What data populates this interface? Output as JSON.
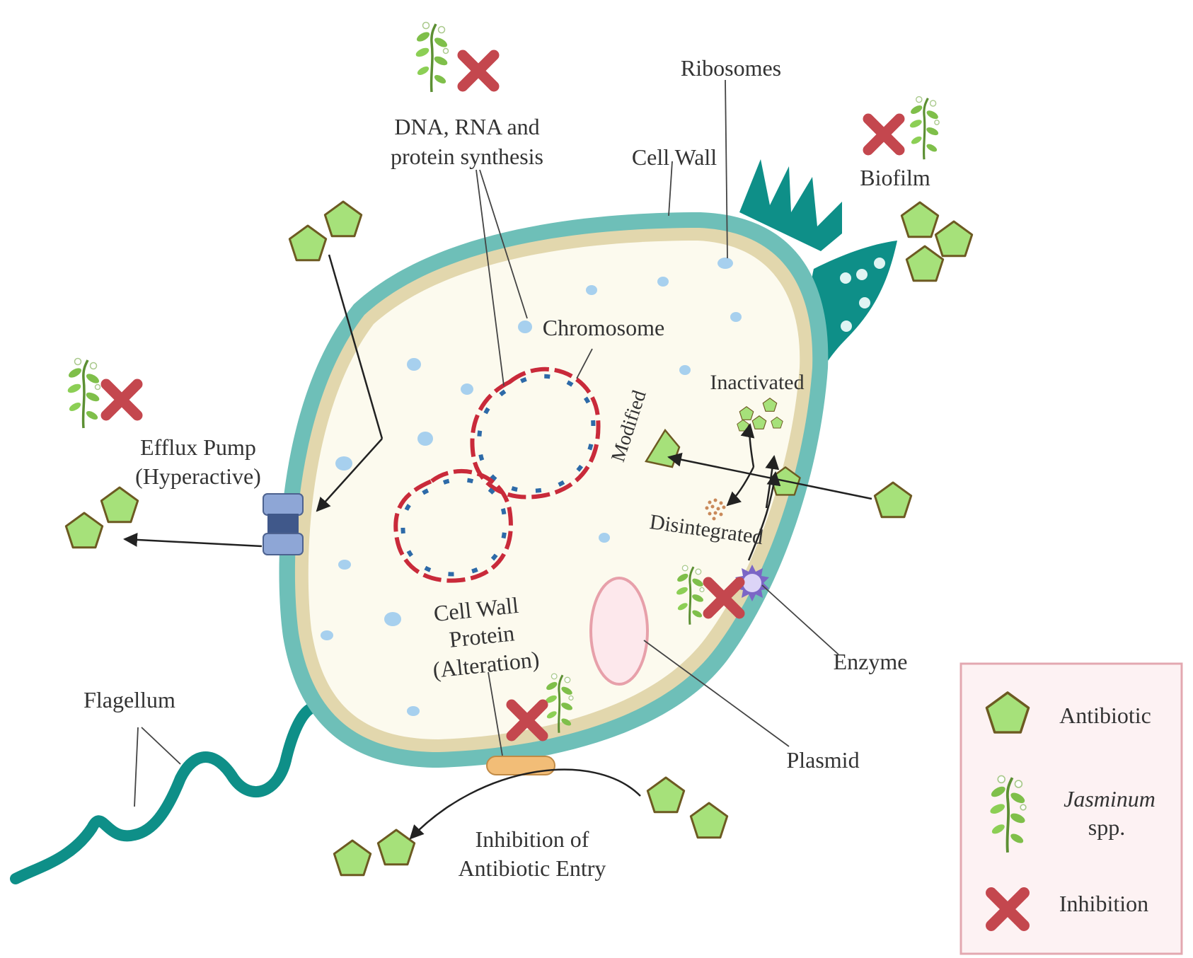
{
  "labels": {
    "synthesis_line1": "DNA, RNA and",
    "synthesis_line2": "protein synthesis",
    "ribosomes": "Ribosomes",
    "cell_wall": "Cell Wall",
    "biofilm": "Biofilm",
    "chromosome": "Chromosome",
    "inactivated": "Inactivated",
    "modified": "Modified",
    "disintegrated": "Disintegrated",
    "efflux_line1": "Efflux Pump",
    "efflux_line2": "(Hyperactive)",
    "cwp_line1": "Cell Wall",
    "cwp_line2": "Protein",
    "cwp_line3": "(Alteration)",
    "enzyme": "Enzyme",
    "plasmid": "Plasmid",
    "flagellum": "Flagellum",
    "entry_line1": "Inhibition of",
    "entry_line2": "Antibiotic Entry"
  },
  "legend": {
    "antibiotic": "Antibiotic",
    "jasminum": "Jasminum",
    "spp": "spp.",
    "inhibition": "Inhibition"
  },
  "colors": {
    "cell_wall": "#6ebfb8",
    "membrane": "#e2d7ad",
    "cytoplasm": "#fcfaee",
    "biofilm": "#0e8f88",
    "antibiotic_fill": "#a6e17a",
    "antibiotic_stroke": "#6d5a22",
    "inhibition": "#c4474e",
    "dna_red": "#c92a3a",
    "dna_blue": "#2d6aa8",
    "ribosome": "#a7d0ee",
    "plasmid": "#e7a0aa",
    "porin": "#f2bd77",
    "pump": "#8ea6d6",
    "enzyme": "#7b66c6",
    "legend_bg": "#fdf2f3",
    "legend_border": "#e3a8b0"
  },
  "icons": {
    "antibiotic": "pentagon-icon",
    "jasminum": "plant-icon",
    "inhibition": "x-mark-icon"
  }
}
